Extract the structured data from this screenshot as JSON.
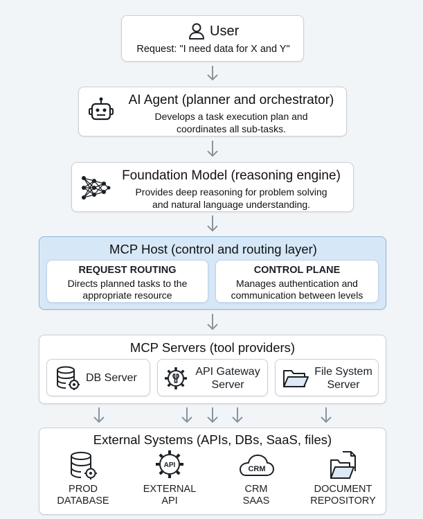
{
  "user": {
    "title": "User",
    "request": "Request: \"I need data for X and Y\""
  },
  "agent": {
    "title": "AI Agent (planner and orchestrator)",
    "desc_line1": "Develops a task execution plan and",
    "desc_line2": "coordinates all sub-tasks.",
    "icon": "robot-icon"
  },
  "foundation": {
    "title": "Foundation Model (reasoning engine)",
    "desc_line1": "Provides deep reasoning for problem solving",
    "desc_line2": "and natural language understanding.",
    "icon": "neural-network-icon"
  },
  "host": {
    "title": "MCP Host (control and routing layer)",
    "routing": {
      "title": "REQUEST ROUTING",
      "line1": "Directs planned tasks to the",
      "line2": "appropriate resource"
    },
    "control": {
      "title": "CONTROL PLANE",
      "line1": "Manages authentication and",
      "line2": "communication between levels"
    },
    "accent": "#d6e8f8"
  },
  "servers": {
    "title": "MCP Servers (tool providers)",
    "db": {
      "label": "DB Server",
      "icon": "database-gear-icon"
    },
    "api": {
      "line1": "API Gateway",
      "line2": "Server",
      "icon": "gear-wrench-icon"
    },
    "fs": {
      "line1": "File System",
      "line2": "Server",
      "icon": "folder-icon"
    }
  },
  "external": {
    "title": "External Systems (APIs, DBs, SaaS, files)",
    "prod": {
      "line1": "PROD",
      "line2": "DATABASE",
      "icon": "database-gear-icon"
    },
    "api": {
      "line1": "EXTERNAL",
      "line2": "API",
      "icon": "api-gear-icon",
      "badge": "API"
    },
    "crm": {
      "line1": "CRM",
      "line2": "SAAS",
      "icon": "cloud-icon",
      "badge": "CRM"
    },
    "doc": {
      "line1": "DOCUMENT",
      "line2": "REPOSITORY",
      "icon": "folder-document-icon"
    }
  }
}
